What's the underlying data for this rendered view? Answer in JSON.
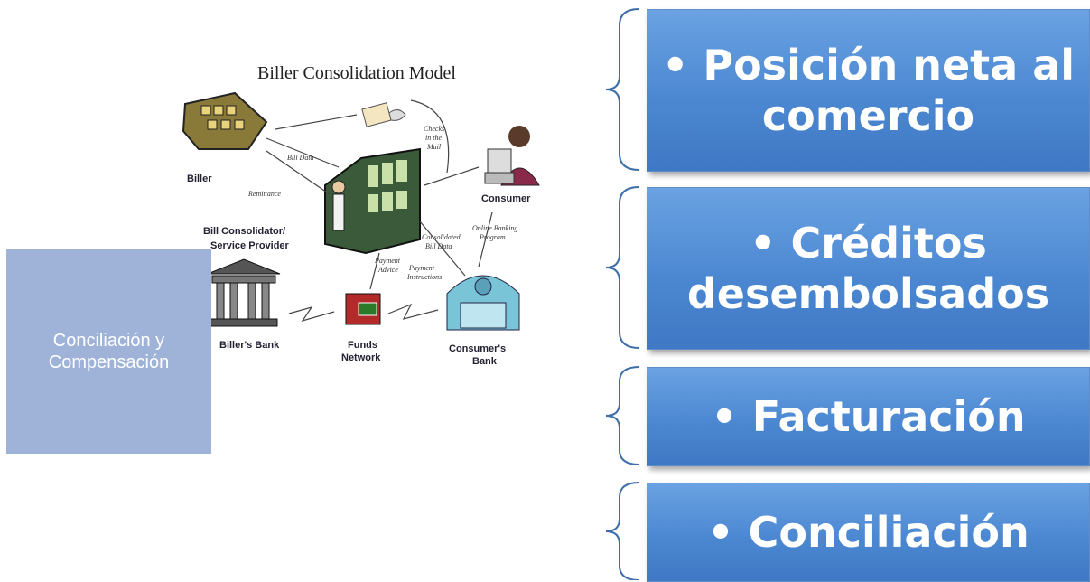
{
  "diagram": {
    "title": "Biller Consolidation Model",
    "nodes": {
      "biller": "Biller",
      "consolidator_line1": "Bill Consolidator/",
      "consolidator_line2": "Service Provider",
      "consumer": "Consumer",
      "billers_bank": "Biller's Bank",
      "funds_line1": "Funds",
      "funds_line2": "Network",
      "consumers_bank_line1": "Consumer's",
      "consumers_bank_line2": "Bank"
    },
    "arrows": {
      "bill_data": "Bill Data",
      "remittance": "Remittance",
      "checks_1": "Checks",
      "checks_2": "in the",
      "checks_3": "Mail",
      "consolidated_1": "Consolidated",
      "consolidated_2": "Bill Data",
      "online_1": "Online Banking",
      "online_2": "Program",
      "payment_advice_1": "Payment",
      "payment_advice_2": "Advice",
      "payment_instr_1": "Payment",
      "payment_instr_2": "Instructions"
    }
  },
  "side_label": {
    "line1": "Conciliación y",
    "line2": "Compensación"
  },
  "boxes": [
    {
      "text": "• Posición neta al comercio"
    },
    {
      "text": "• Créditos desembolsados"
    },
    {
      "text": "• Facturación"
    },
    {
      "text": "• Conciliación"
    }
  ],
  "colors": {
    "box_blue": "#4c88d2",
    "side_box": "#9fb3d9",
    "bracket": "#3f6fa8"
  }
}
